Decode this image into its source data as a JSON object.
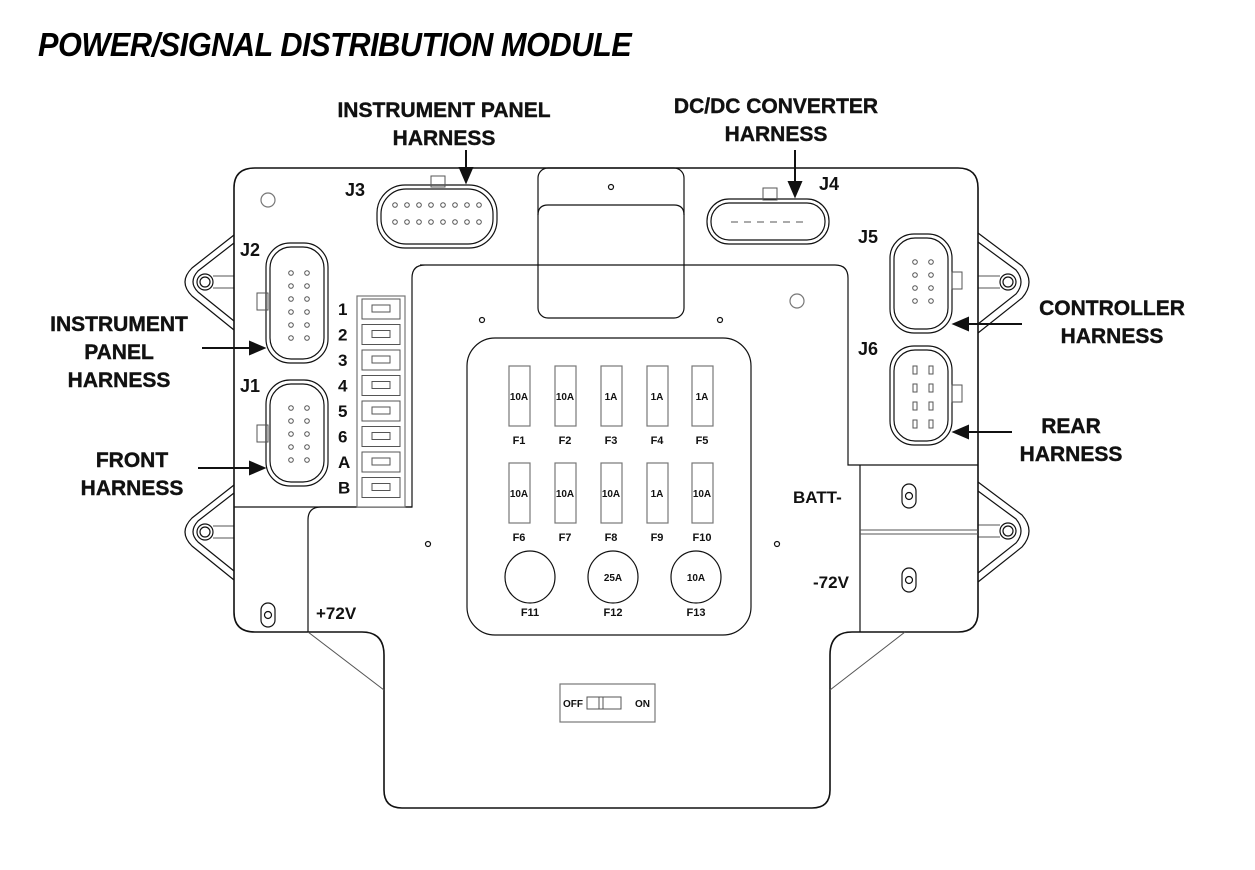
{
  "title": "POWER/SIGNAL DISTRIBUTION MODULE",
  "callouts": {
    "j3": [
      "INSTRUMENT PANEL",
      "HARNESS"
    ],
    "j4": [
      "DC/DC CONVERTER",
      "HARNESS"
    ],
    "j2": [
      "INSTRUMENT",
      "PANEL",
      "HARNESS"
    ],
    "j1": [
      "FRONT",
      "HARNESS"
    ],
    "j5": [
      "CONTROLLER",
      "HARNESS"
    ],
    "j6": [
      "REAR",
      "HARNESS"
    ]
  },
  "connectors": {
    "j1": {
      "label": "J1",
      "pins": 10
    },
    "j2": {
      "label": "J2",
      "pins": 12
    },
    "j3": {
      "label": "J3",
      "pins": 16
    },
    "j4": {
      "label": "J4",
      "pins": 6
    },
    "j5": {
      "label": "J5",
      "pins": 8
    },
    "j6": {
      "label": "J6",
      "pins": 8
    }
  },
  "terminal_strip": [
    "1",
    "2",
    "3",
    "4",
    "5",
    "6",
    "A",
    "B"
  ],
  "fuses_row1": [
    {
      "id": "F1",
      "rating": "10A"
    },
    {
      "id": "F2",
      "rating": "10A"
    },
    {
      "id": "F3",
      "rating": "1A"
    },
    {
      "id": "F4",
      "rating": "1A"
    },
    {
      "id": "F5",
      "rating": "1A"
    }
  ],
  "fuses_row2": [
    {
      "id": "F6",
      "rating": "10A"
    },
    {
      "id": "F7",
      "rating": "10A"
    },
    {
      "id": "F8",
      "rating": "10A"
    },
    {
      "id": "F9",
      "rating": "1A"
    },
    {
      "id": "F10",
      "rating": "10A"
    }
  ],
  "round_fuses": [
    {
      "id": "F11",
      "rating": ""
    },
    {
      "id": "F12",
      "rating": "25A"
    },
    {
      "id": "F13",
      "rating": "10A"
    }
  ],
  "power_terminals": {
    "pos": "+72V",
    "batt_neg": "BATT-",
    "neg": "-72V"
  },
  "switch": {
    "off": "OFF",
    "on": "ON",
    "state": "OFF"
  }
}
